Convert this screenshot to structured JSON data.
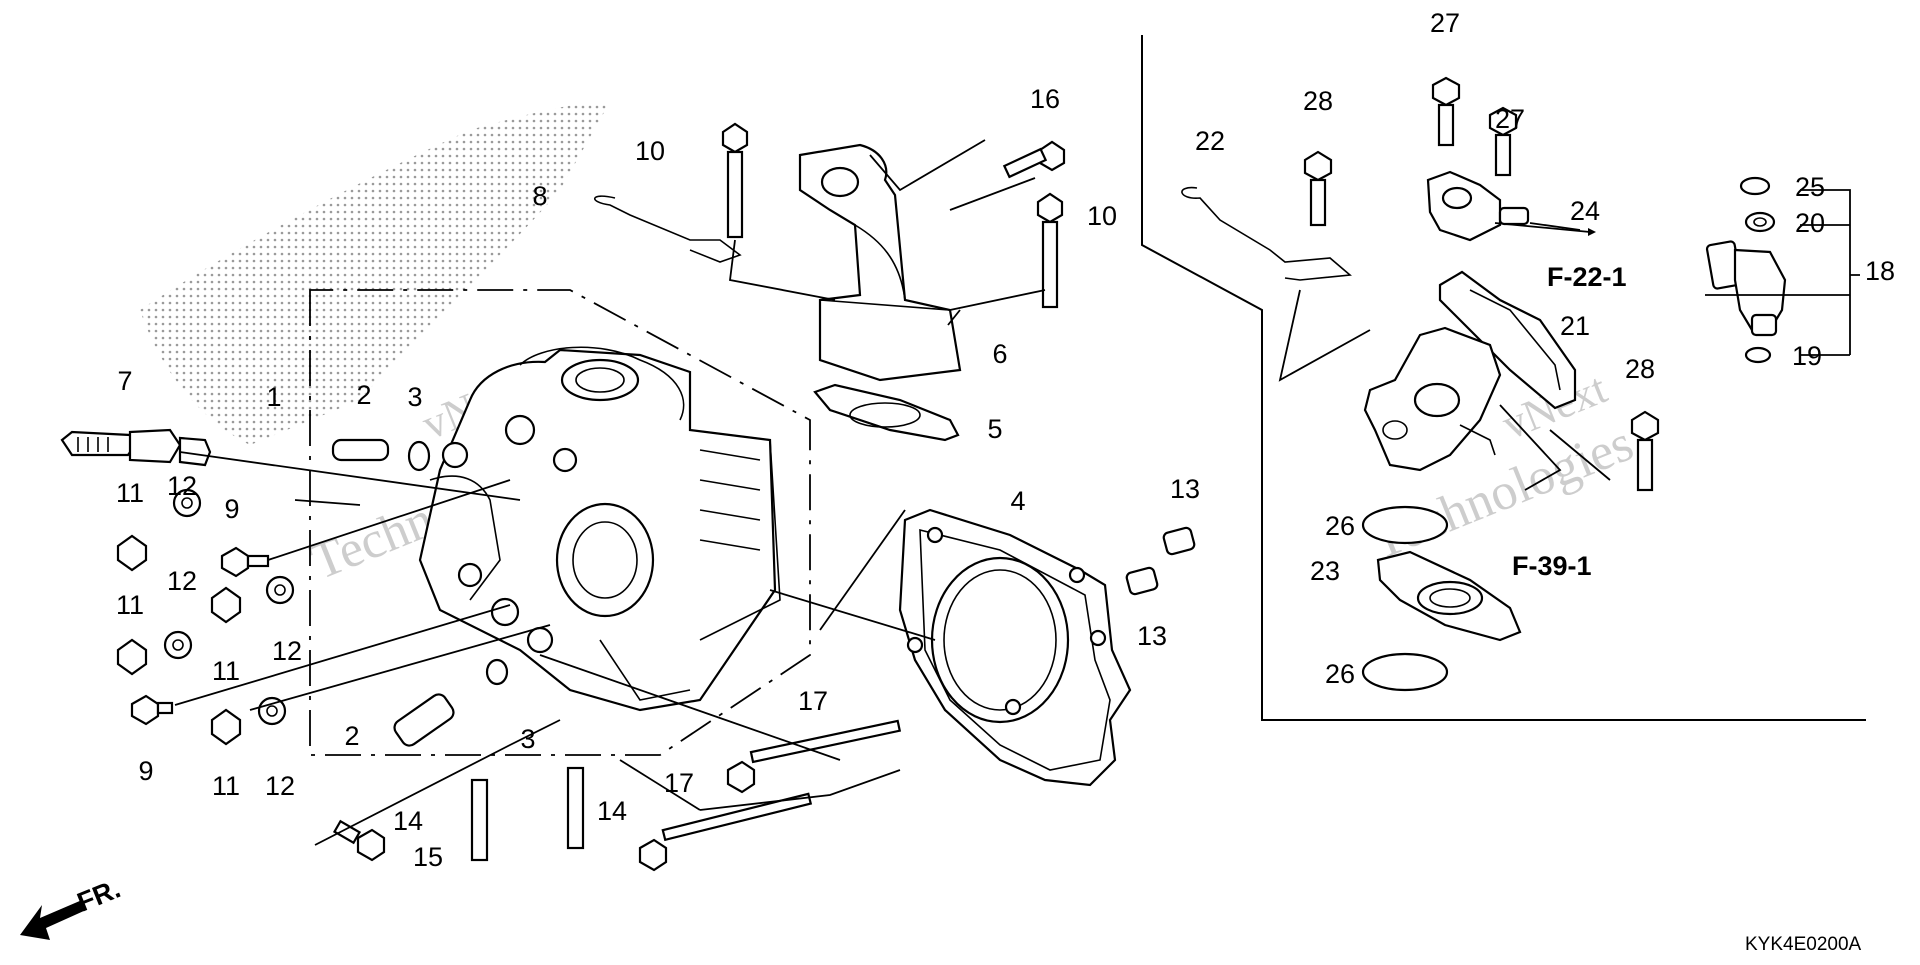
{
  "diagram": {
    "code": "KYK4E0200A",
    "front_mark": "FR.",
    "watermark": {
      "brand": "vNext",
      "line": "Technologies"
    },
    "labels": [
      {
        "id": "1",
        "text": "1"
      },
      {
        "id": "2a",
        "text": "2"
      },
      {
        "id": "2b",
        "text": "2"
      },
      {
        "id": "3a",
        "text": "3"
      },
      {
        "id": "3b",
        "text": "3"
      },
      {
        "id": "4",
        "text": "4"
      },
      {
        "id": "5",
        "text": "5"
      },
      {
        "id": "6",
        "text": "6"
      },
      {
        "id": "7",
        "text": "7"
      },
      {
        "id": "8",
        "text": "8"
      },
      {
        "id": "9a",
        "text": "9"
      },
      {
        "id": "9b",
        "text": "9"
      },
      {
        "id": "10a",
        "text": "10"
      },
      {
        "id": "10b",
        "text": "10"
      },
      {
        "id": "11a",
        "text": "11"
      },
      {
        "id": "11b",
        "text": "11"
      },
      {
        "id": "11c",
        "text": "11"
      },
      {
        "id": "11d",
        "text": "11"
      },
      {
        "id": "11e",
        "text": "11"
      },
      {
        "id": "12a",
        "text": "12"
      },
      {
        "id": "12b",
        "text": "12"
      },
      {
        "id": "12c",
        "text": "12"
      },
      {
        "id": "12d",
        "text": "12"
      },
      {
        "id": "13a",
        "text": "13"
      },
      {
        "id": "13b",
        "text": "13"
      },
      {
        "id": "14a",
        "text": "14"
      },
      {
        "id": "14b",
        "text": "14"
      },
      {
        "id": "15",
        "text": "15"
      },
      {
        "id": "16",
        "text": "16"
      },
      {
        "id": "17a",
        "text": "17"
      },
      {
        "id": "17b",
        "text": "17"
      },
      {
        "id": "18",
        "text": "18"
      },
      {
        "id": "19",
        "text": "19"
      },
      {
        "id": "20",
        "text": "20"
      },
      {
        "id": "21",
        "text": "21"
      },
      {
        "id": "22",
        "text": "22"
      },
      {
        "id": "23",
        "text": "23"
      },
      {
        "id": "24",
        "text": "24"
      },
      {
        "id": "25",
        "text": "25"
      },
      {
        "id": "26a",
        "text": "26"
      },
      {
        "id": "26b",
        "text": "26"
      },
      {
        "id": "27a",
        "text": "27"
      },
      {
        "id": "27b",
        "text": "27"
      },
      {
        "id": "28a",
        "text": "28"
      },
      {
        "id": "28b",
        "text": "28"
      }
    ],
    "references": [
      {
        "id": "f22",
        "text": "F-22-1"
      },
      {
        "id": "f39",
        "text": "F-39-1"
      }
    ]
  }
}
